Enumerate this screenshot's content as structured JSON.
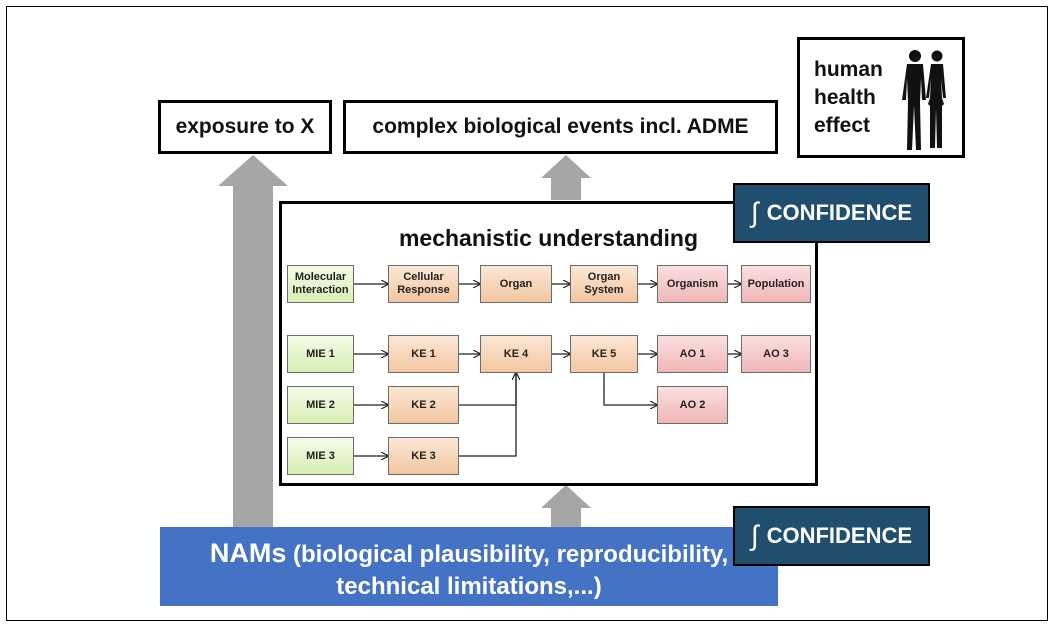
{
  "boxes": {
    "exposure": "exposure to X",
    "complex": "complex biological events incl. ADME",
    "human_health": [
      "human",
      "health",
      "effect"
    ],
    "mechanistic_title": "mechanistic understanding"
  },
  "confidence": {
    "symbol": "∫",
    "label": "CONFIDENCE"
  },
  "nams": {
    "lead": "NAMs",
    "line1_rest": "(biological plausibility, reproducibility,",
    "line2": "technical limitations,...)"
  },
  "levels": [
    "Molecular Interaction",
    "Cellular Response",
    "Organ",
    "Organ System",
    "Organism",
    "Population"
  ],
  "aop_nodes": {
    "mie1": "MIE 1",
    "mie2": "MIE 2",
    "mie3": "MIE 3",
    "ke1": "KE 1",
    "ke2": "KE 2",
    "ke3": "KE 3",
    "ke4": "KE 4",
    "ke5": "KE 5",
    "ao1": "AO 1",
    "ao2": "AO 2",
    "ao3": "AO 3"
  },
  "colors": {
    "nams_blue": "#4472c4",
    "confidence_navy": "#1f4e6e",
    "arrow_gray": "#a6a6a6",
    "mie_green": "#d7efb4",
    "ke_orange": "#f3c6a0",
    "ao_pink": "#f0b6b6"
  }
}
